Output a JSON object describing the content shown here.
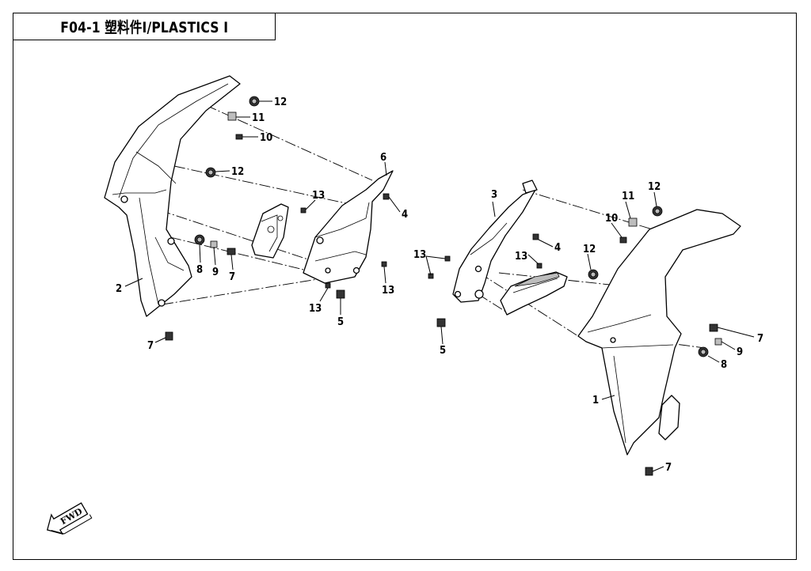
{
  "title": "F04-1 塑料件Ⅰ/PLASTICS Ⅰ",
  "fwd_label": "FWD",
  "callouts": {
    "c1": "1",
    "c2": "2",
    "c3": "3",
    "c4a": "4",
    "c4b": "4",
    "c5a": "5",
    "c5b": "5",
    "c6": "6",
    "c7a": "7",
    "c7b": "7",
    "c7c": "7",
    "c7d": "7",
    "c8a": "8",
    "c8b": "8",
    "c9a": "9",
    "c9b": "9",
    "c10a": "10",
    "c10b": "10",
    "c11a": "11",
    "c11b": "11",
    "c12a": "12",
    "c12b": "12",
    "c12c": "12",
    "c12d": "12",
    "c13a": "13",
    "c13b": "13",
    "c13c": "13",
    "c13d": "13",
    "c13e": "13"
  }
}
